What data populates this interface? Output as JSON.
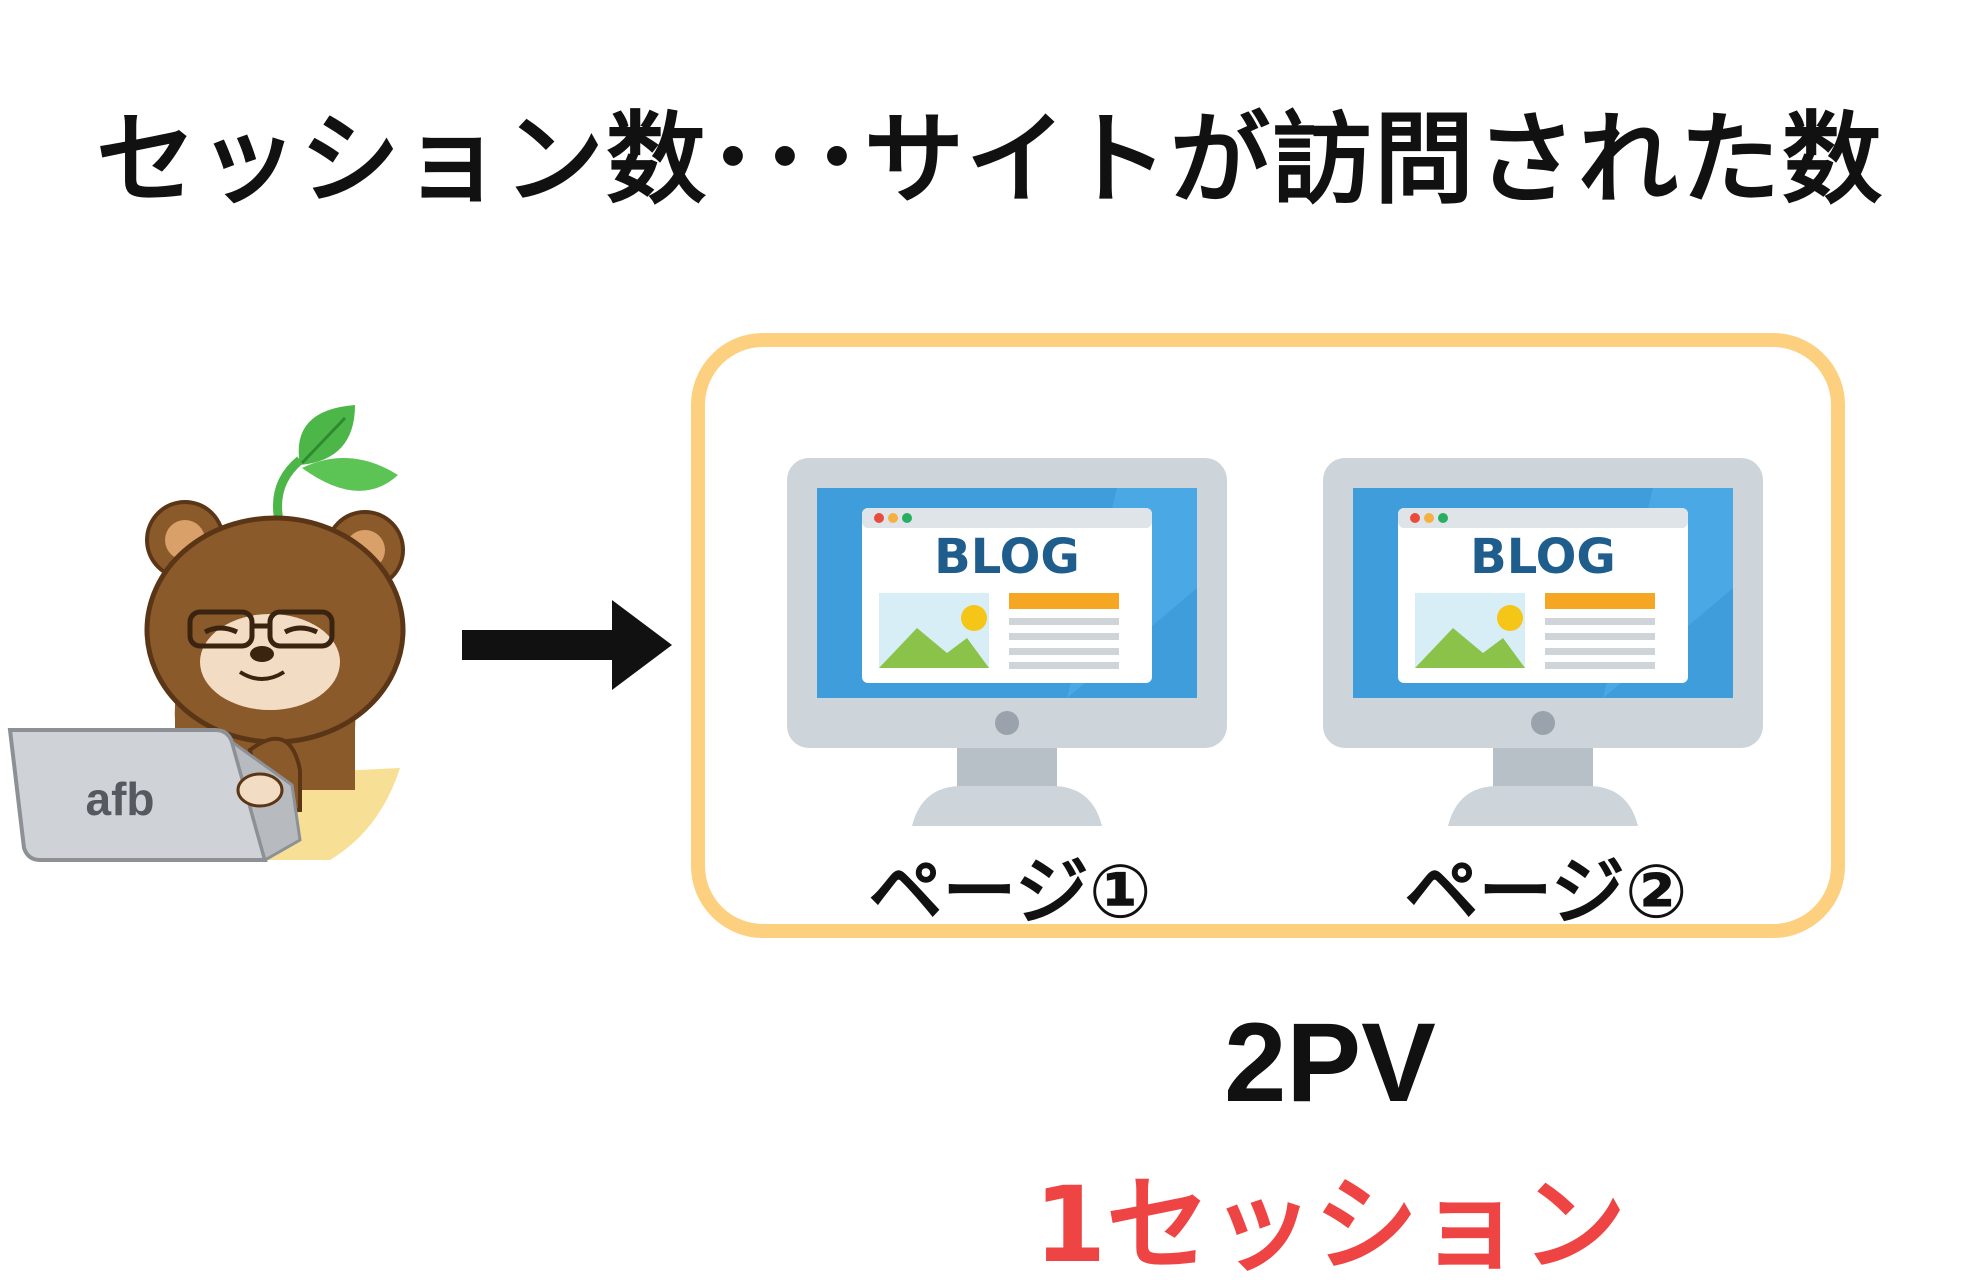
{
  "title": "セッション数･･･サイトが訪問された数",
  "pages": [
    {
      "label": "ページ①",
      "screen_text": "BLOG"
    },
    {
      "label": "ページ②",
      "screen_text": "BLOG"
    }
  ],
  "pv_label": "2PV",
  "session_label": "1セッション",
  "laptop_logo": "afb",
  "colors": {
    "session_box_border": "#fcd07e",
    "session_label": "#ef4444",
    "screen_blue": "#3f9ddc",
    "blog_text": "#1f5d8c",
    "bear_brown": "#8b5a2b",
    "sprout_green": "#4cb648"
  }
}
